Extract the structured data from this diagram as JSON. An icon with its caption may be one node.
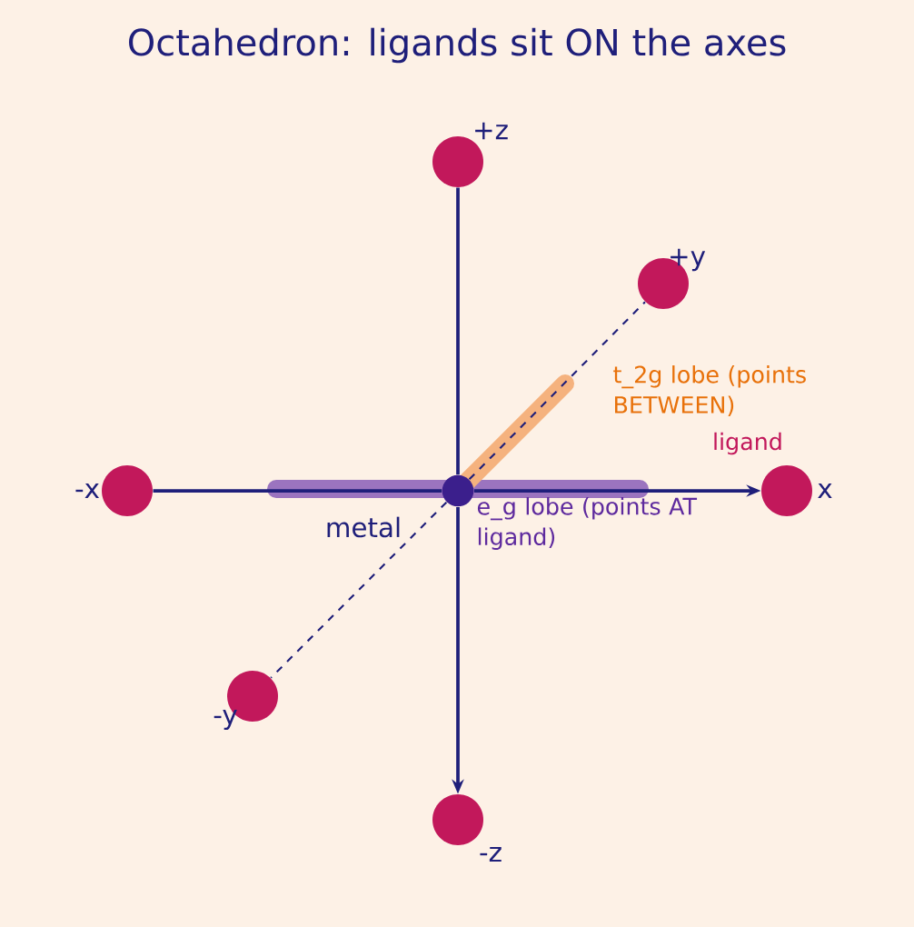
{
  "diagram": {
    "title": "Octahedron: ligands sit ON the axes",
    "nodes": [
      {
        "text": [],
        "shape": "circle",
        "beside": [
          "+z"
        ]
      },
      {
        "text": [],
        "shape": "circle",
        "beside": [
          "+y"
        ]
      },
      {
        "text": [],
        "shape": "circle",
        "beside": [
          "-x"
        ]
      },
      {
        "text": [],
        "shape": "circle",
        "beside": [
          "metal"
        ]
      },
      {
        "text": [],
        "shape": "circle",
        "beside": [
          "x"
        ]
      },
      {
        "text": [],
        "shape": "circle",
        "beside": [
          "-y"
        ]
      },
      {
        "text": [],
        "shape": "circle",
        "beside": [
          "-z"
        ]
      }
    ],
    "edges": [
      {
        "from": 3,
        "to": 0,
        "arrow": "none"
      },
      {
        "from": 3,
        "to": 1,
        "arrow": "none",
        "style": "dashed"
      },
      {
        "from": 3,
        "to": 2,
        "arrow": "none"
      },
      {
        "from": 3,
        "to": 4,
        "arrow": "to"
      },
      {
        "from": 3,
        "to": 5,
        "arrow": "none",
        "style": "dashed"
      },
      {
        "from": 3,
        "to": 6,
        "arrow": "to"
      }
    ],
    "labels": [
      "t_2g lobe (points BETWEEN)",
      "ligand",
      "e_g lobe (points AT ligand)"
    ]
  }
}
